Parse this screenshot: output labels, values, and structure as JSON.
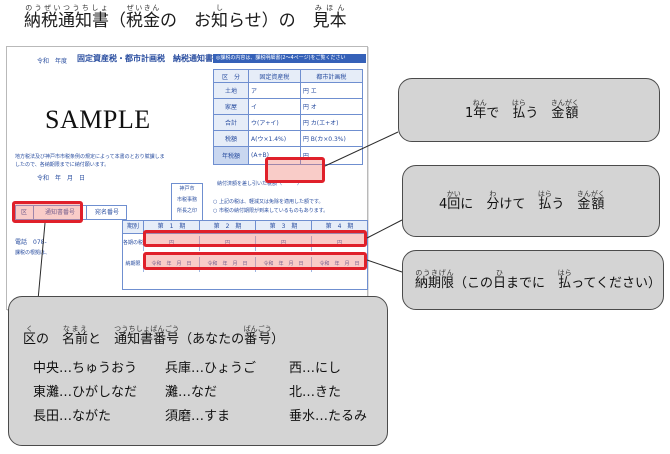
{
  "page": {
    "title_parts": [
      {
        "text": "納税通知書",
        "ruby": "のうぜいつうちしょ"
      },
      {
        "text": "（"
      },
      {
        "text": "税金",
        "ruby": "ぜいきん"
      },
      {
        "text": "の　お"
      },
      {
        "text": "知",
        "ruby": "し"
      },
      {
        "text": "らせ）の　"
      },
      {
        "text": "見本",
        "ruby": "みほん"
      }
    ]
  },
  "form": {
    "sample_label": "SAMPLE",
    "era_label": "令和　年度",
    "document_name": "固定資産税・都市計画税　納税通知書",
    "header_note": "◎課税の内容は、課税明細書(2～4ページ)をご覧ください",
    "col_headers": [
      "区　分",
      "固定資産税",
      "都市計画税"
    ],
    "rows": [
      {
        "label": "土地",
        "cell1": "ア",
        "cell2": "円 エ"
      },
      {
        "label": "家屋",
        "cell1": "イ",
        "cell2": "円 オ"
      },
      {
        "label": "合計",
        "cell1": "ウ(ア+イ)",
        "cell2": "円 カ(エ+オ)"
      },
      {
        "label": "税額",
        "cell1": "A(ウ×1.4%)",
        "cell2": "円 B(カ×0.3%)"
      },
      {
        "label": "年税額",
        "cell1": "(A+B)",
        "cell2": "円"
      }
    ],
    "annual_note": "納付済額を差し引いた税額（　　　）",
    "notice_lines": [
      "○ 上記の税は、軽減又は免除を適用した額です。",
      "○ 市税の納付期限が到来しているものもあります。"
    ],
    "notice_text": "地方税法及び神戸市市税条例の規定によって本書のとおり賦課しましたので、各納期限までに納付願います。",
    "date_label": "令和　年　月　日",
    "stamp_lines": [
      "神戸市",
      "市税事務",
      "所長之印"
    ],
    "ward_labels": [
      "区",
      "通知書番号",
      "宛名番号"
    ],
    "contact_label": "電話　078-",
    "mayor_label": "課税の根拠は、",
    "pay_headers": [
      "期別",
      "第　1　期",
      "第　2　期",
      "第　3　期",
      "第　4　期"
    ],
    "pay_row1": [
      "各期の税額",
      "円",
      "円",
      "円",
      "円"
    ],
    "pay_row2": [
      "納期限",
      "令和　年　月　日",
      "令和　年　月　日",
      "令和　年　月　日",
      "令和　年　月　日"
    ]
  },
  "callouts": {
    "annual": [
      {
        "text": "1",
        "ruby": ""
      },
      {
        "text": "年",
        "ruby": "ねん"
      },
      {
        "text": "で　"
      },
      {
        "text": "払",
        "ruby": "はら"
      },
      {
        "text": "う　"
      },
      {
        "text": "金額",
        "ruby": "きんがく"
      }
    ],
    "installments": [
      {
        "text": "4"
      },
      {
        "text": "回",
        "ruby": "かい"
      },
      {
        "text": "に　"
      },
      {
        "text": "分",
        "ruby": "わ"
      },
      {
        "text": "けて　"
      },
      {
        "text": "払",
        "ruby": "はら"
      },
      {
        "text": "う　"
      },
      {
        "text": "金額",
        "ruby": "きんがく"
      }
    ],
    "deadline": [
      {
        "text": "納期限",
        "ruby": "のうきげん"
      },
      {
        "text": "（この"
      },
      {
        "text": "日",
        "ruby": "ひ"
      },
      {
        "text": "までに　"
      },
      {
        "text": "払",
        "ruby": "はら"
      },
      {
        "text": "ってください）"
      }
    ],
    "ward_title": [
      {
        "text": "区",
        "ruby": "く"
      },
      {
        "text": "の　"
      },
      {
        "text": "名前",
        "ruby": "なまえ"
      },
      {
        "text": "と　"
      },
      {
        "text": "通知書番号",
        "ruby": "つうちしょばんごう"
      },
      {
        "text": "（あなたの"
      },
      {
        "text": "番号",
        "ruby": "ばんごう"
      },
      {
        "text": "）"
      }
    ],
    "wards": [
      [
        "中央…ちゅうおう",
        "兵庫…ひょうご",
        "西…にし"
      ],
      [
        "東灘…ひがしなだ",
        "灘…なだ",
        "北…きた"
      ],
      [
        "長田…ながた",
        "須磨…すま",
        "垂水…たるみ"
      ]
    ]
  }
}
